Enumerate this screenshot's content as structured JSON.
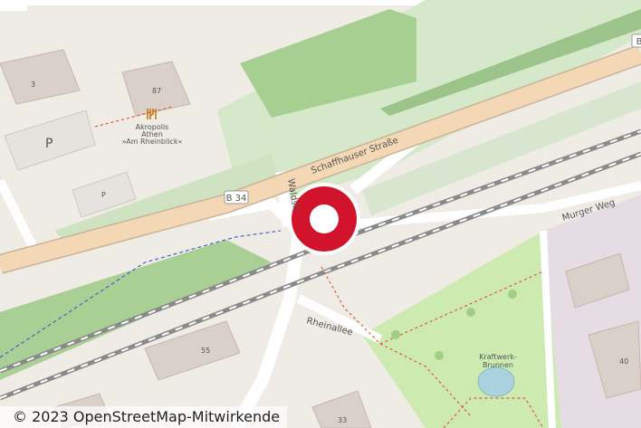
{
  "map": {
    "colors": {
      "background": "#f2efe9",
      "grass": "#c8e2bf",
      "forest": "#a9cf94",
      "park": "#cdebb0",
      "building": "#d9d0c9",
      "road_major": "#f4d8b6",
      "road_minor": "#ffffff",
      "railway": "#777777",
      "footpath": "#e05a40",
      "boundary": "#4a5fd1",
      "marker": "#d1142b"
    },
    "labels": {
      "street_schaffhauser": "Schaffhauser Straße",
      "route_b34": "B 34",
      "route_b_right": "B",
      "street_waldshuter": "Waldsh",
      "street_murger": "Murger Weg",
      "street_rheinallee": "Rheinallee",
      "poi_name_line1": "Akropolis",
      "poi_name_line2": "Athen",
      "poi_name_line3": "»Am Rheinblick«",
      "fountain_line1": "Kraftwerk-",
      "fountain_line2": "Brunnen",
      "house_3": "3",
      "house_87": "87",
      "house_55": "55",
      "house_40": "40",
      "house_33": "33",
      "parking_large": "P",
      "parking_small": "P"
    },
    "marker": {
      "name": "location-pin"
    },
    "attribution": "© 2023 OpenStreetMap-Mitwirkende"
  }
}
